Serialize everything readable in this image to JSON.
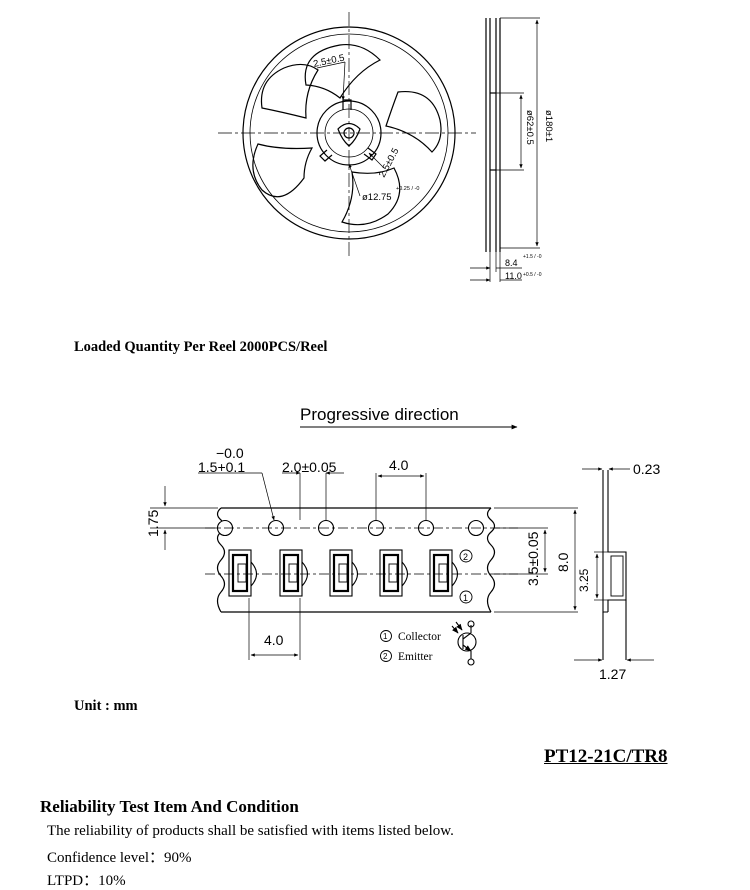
{
  "reel": {
    "dim_slot": "2.5±0.5",
    "dim_slot2": "2.5±0.5",
    "dim_hub": "ø12.75",
    "dim_hub_tol": "+0.25 / -0",
    "dim_outer": "ø180±1",
    "dim_inner": "ø62±0.5",
    "dim_width_a": "8.4",
    "dim_width_a_tol": "+1.5 / -0",
    "dim_width_b": "11.0",
    "dim_width_b_tol": "+0.5 / -0"
  },
  "loaded_quantity": "Loaded Quantity Per Reel 2000PCS/Reel",
  "tape": {
    "direction": "Progressive  direction",
    "dim_hole_tol_top": "−0.0",
    "dim_hole": "1.5+0.1",
    "dim_hole_offset": "2.0±0.05",
    "dim_pitch_top": "4.0",
    "dim_pitch_bottom": "4.0",
    "dim_edge": "1.75",
    "dim_track": "3.5±0.05",
    "dim_width": "8.0",
    "dim_thickness": "0.23",
    "dim_depth": "3.25",
    "dim_side": "1.27",
    "mark1": "1",
    "mark2": "2",
    "legend_collector": "Collector",
    "legend_emitter": "Emitter"
  },
  "unit_label": "Unit : mm",
  "part_number": "PT12-21C/TR8",
  "section_heading": "Reliability Test Item And Condition",
  "body": {
    "line1": "The reliability of products shall be satisfied with items listed below.",
    "line2": "Confidence level：90%",
    "line3": "LTPD：10%"
  }
}
